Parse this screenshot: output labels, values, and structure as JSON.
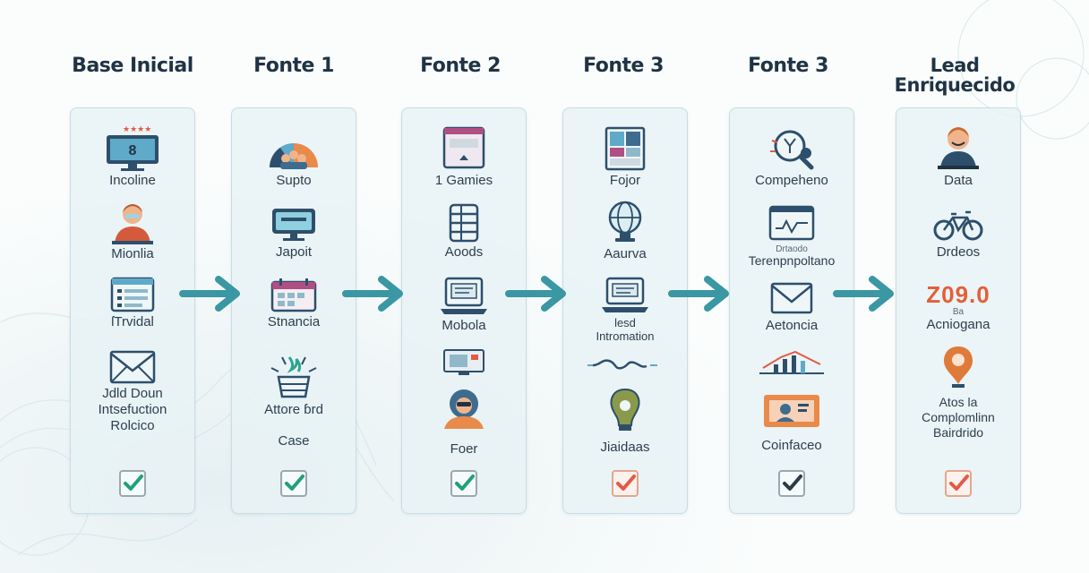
{
  "columns": [
    {
      "title": "Base Inicial",
      "items": [
        {
          "icon": "monitor-icon",
          "label": "Incoline"
        },
        {
          "icon": "person-icon",
          "label": "Mionlia"
        },
        {
          "icon": "window-list-icon",
          "label": "ſTrvidal"
        },
        {
          "icon": "envelope-icon",
          "lines": [
            "Jdld Doun",
            "Intsefuction",
            "Rolcico"
          ]
        }
      ],
      "check_color": "#1fa07a"
    },
    {
      "title": "Fonte 1",
      "items": [
        {
          "icon": "group-chart-icon",
          "label": "Supto"
        },
        {
          "icon": "monitor-icon",
          "label": "Japoit"
        },
        {
          "icon": "calendar-icon",
          "label": "Stnancia"
        },
        {
          "icon": "basket-icon",
          "lines": [
            "Attore ɓrd",
            "Case"
          ]
        }
      ],
      "check_color": "#1fa07a"
    },
    {
      "title": "Fonte 2",
      "items": [
        {
          "icon": "dashboard-icon",
          "label": "1 Gamies"
        },
        {
          "icon": "database-icon",
          "label": "Aoods"
        },
        {
          "icon": "laptop-icon",
          "label": "Mobola"
        },
        {
          "icon": "screen-icon",
          "label": ""
        },
        {
          "icon": "avatar-icon",
          "label": "Foer"
        }
      ],
      "check_color": "#1fa07a"
    },
    {
      "title": "Fonte 3",
      "items": [
        {
          "icon": "image-grid-icon",
          "label": "Fojor"
        },
        {
          "icon": "globe-icon",
          "label": "Aaurva"
        },
        {
          "icon": "laptop-icon",
          "lines": [
            "lesd",
            "Intromation"
          ]
        },
        {
          "icon": "wave-icon",
          "label": ""
        },
        {
          "icon": "bulb-icon",
          "label": "Jiaidaas"
        }
      ],
      "check_color": "#e35a44"
    },
    {
      "title": "Fonte 3",
      "items": [
        {
          "icon": "search-network-icon",
          "label": "Compeheno"
        },
        {
          "icon": "chart-window-icon",
          "tiny": "Drtaodo",
          "label": "Terenpnpoltano"
        },
        {
          "icon": "envelope-icon",
          "label": "Aetoncia"
        },
        {
          "icon": "trend-icon",
          "label": ""
        },
        {
          "icon": "presentation-icon",
          "label": "Coinfaceo"
        }
      ],
      "check_color": "#2a3a48"
    },
    {
      "title": "Lead Enriquecido",
      "items": [
        {
          "icon": "person-icon",
          "label": "Data"
        },
        {
          "icon": "bicycle-icon",
          "label": "Drdeos"
        },
        {
          "icon": "",
          "value": "Z09.0",
          "tiny": "Ba",
          "label": "Acniogana"
        },
        {
          "icon": "location-pin-icon",
          "lines": [
            "Atos la",
            "Complomlinn",
            "Bairdrido"
          ]
        }
      ],
      "check_color": "#e35a44"
    }
  ]
}
